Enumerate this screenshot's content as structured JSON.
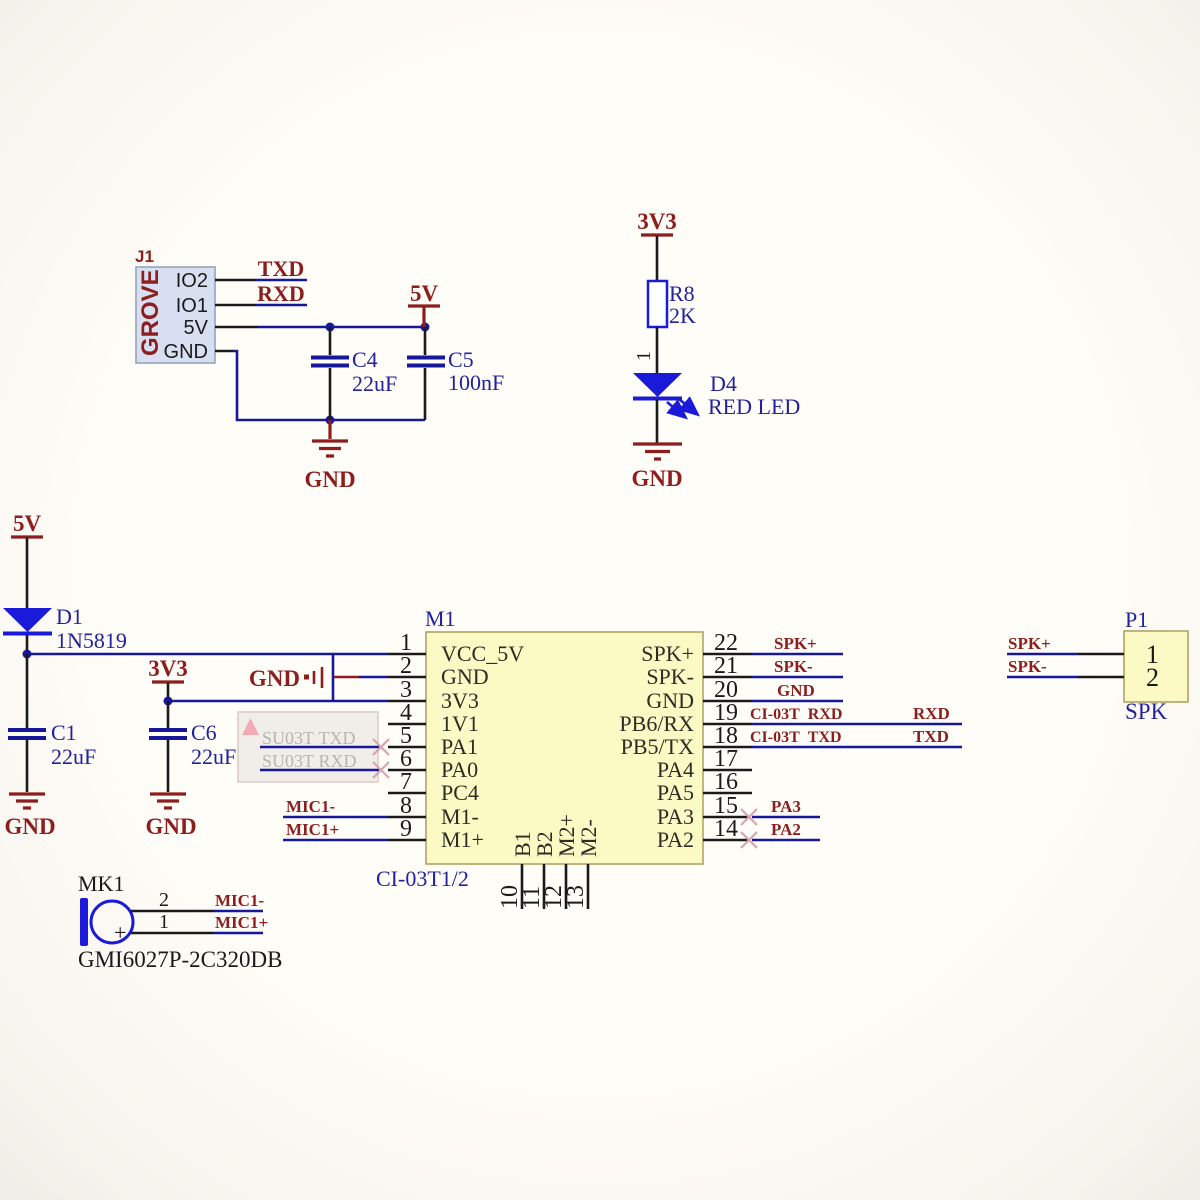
{
  "colors": {
    "wire_blue": "#17179a",
    "symbol_blue": "#1a1ad8",
    "label_blue": "#22229f",
    "dark_red": "#8c1e1e",
    "ink_black": "#1a1a1a",
    "pin_text": "#2e2c24",
    "chip_fill": "#fbf9c4",
    "chip_border": "#b2a266",
    "j1_fill": "#d7dff1",
    "j1_border": "#98a3bd",
    "highlight_pink": "#f2aab5",
    "nc_cross": "#d8a4ae",
    "ghost_text": "#b7b5b1",
    "ghost_fill": "#f1eeea",
    "ghost_border": "#dcc9c7",
    "white": "#ffffff"
  },
  "flags": {
    "v5": "5V",
    "v3": "3V3",
    "gnd": "GND"
  },
  "j1": {
    "ref": "J1",
    "title": "GROVE",
    "pins": {
      "io2": "IO2",
      "io1": "IO1",
      "v5": "5V",
      "gnd": "GND"
    }
  },
  "c4": {
    "ref": "C4",
    "value": "22uF"
  },
  "c5": {
    "ref": "C5",
    "value": "100nF"
  },
  "r8": {
    "ref": "R8",
    "value": "2K",
    "pin": "1"
  },
  "d4": {
    "ref": "D4",
    "value": "RED LED"
  },
  "d1": {
    "ref": "D1",
    "value": "1N5819"
  },
  "c1": {
    "ref": "C1",
    "value": "22uF"
  },
  "c6": {
    "ref": "C6",
    "value": "22uF"
  },
  "m1": {
    "ref": "M1",
    "part": "CI-03T1/2",
    "left": [
      {
        "num": "1",
        "name": "VCC_5V"
      },
      {
        "num": "2",
        "name": "GND"
      },
      {
        "num": "3",
        "name": "3V3"
      },
      {
        "num": "4",
        "name": "1V1"
      },
      {
        "num": "5",
        "name": "PA1"
      },
      {
        "num": "6",
        "name": "PA0"
      },
      {
        "num": "7",
        "name": "PC4"
      },
      {
        "num": "8",
        "name": "M1-"
      },
      {
        "num": "9",
        "name": "M1+"
      }
    ],
    "right": [
      {
        "num": "22",
        "name": "SPK+"
      },
      {
        "num": "21",
        "name": "SPK-"
      },
      {
        "num": "20",
        "name": "GND"
      },
      {
        "num": "19",
        "name": "PB6/RX"
      },
      {
        "num": "18",
        "name": "PB5/TX"
      },
      {
        "num": "17",
        "name": "PA4"
      },
      {
        "num": "16",
        "name": "PA5"
      },
      {
        "num": "15",
        "name": "PA3"
      },
      {
        "num": "14",
        "name": "PA2"
      }
    ],
    "bottom": [
      {
        "num": "10",
        "name": "B1"
      },
      {
        "num": "11",
        "name": "B2"
      },
      {
        "num": "12",
        "name": "M2+"
      },
      {
        "num": "13",
        "name": "M2-"
      }
    ]
  },
  "ghost": {
    "row1": "SU03T TXD",
    "row2": "SU03T RXD"
  },
  "nets": {
    "txd": "TXD",
    "rxd": "RXD",
    "spk_p": "SPK+",
    "spk_n": "SPK-",
    "gnd": "GND",
    "mic1_n": "MIC1-",
    "mic1_p": "MIC1+",
    "pa3": "PA3",
    "pa2": "PA2",
    "ci03t_rxd": "CI-03T  RXD",
    "ci03t_txd": "CI-03T  TXD"
  },
  "p1": {
    "ref": "P1",
    "name": "SPK",
    "pin1": "1",
    "pin2": "2"
  },
  "mk1": {
    "ref": "MK1",
    "part": "GMI6027P-2C320DB",
    "pin1": "1",
    "pin2": "2",
    "plus": "+"
  }
}
